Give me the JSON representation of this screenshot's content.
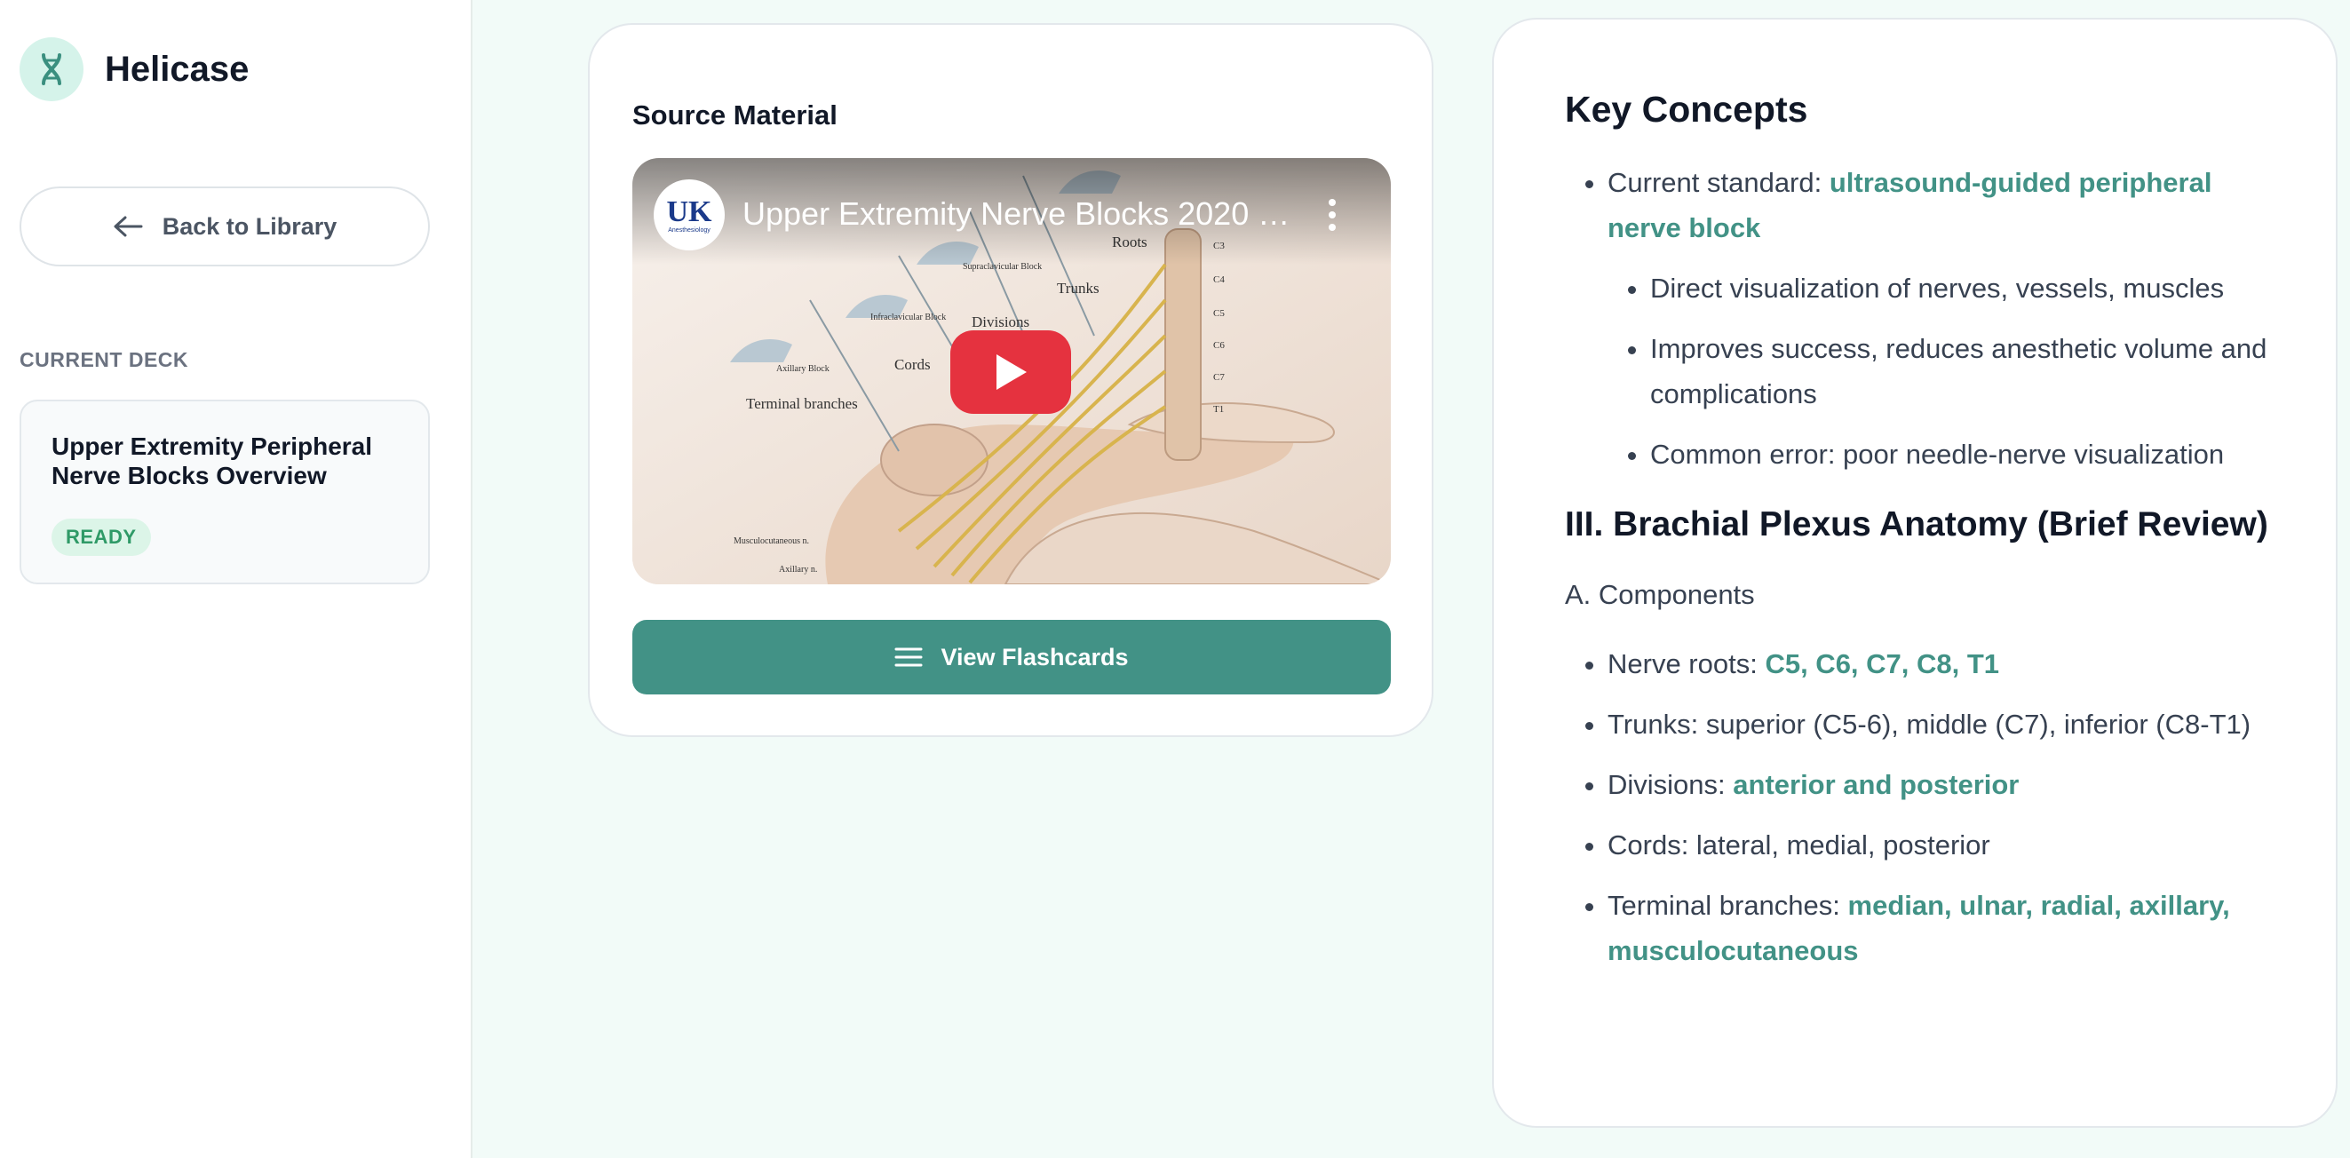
{
  "app": {
    "name": "Helicase",
    "logo_icon": "dna-icon"
  },
  "sidebar": {
    "back_label": "Back to Library",
    "section_label": "CURRENT DECK",
    "deck": {
      "title": "Upper Extremity Peripheral Nerve Blocks Overview",
      "status": "READY"
    }
  },
  "source": {
    "title": "Source Material",
    "video": {
      "title": "Upper Extremity Nerve Blocks 2020 -...",
      "channel_logo": "UK",
      "channel_sub": "Anesthesiology",
      "illustration_labels": [
        "Roots",
        "Trunks",
        "Divisions",
        "Cords",
        "Terminal branches",
        "Supraclavicular Block",
        "Infraclavicular Block",
        "Axillary Block",
        "C3",
        "C4",
        "C5",
        "C6",
        "C7",
        "T1",
        "Musculocutaneous n.",
        "Axillary n."
      ]
    },
    "view_button": "View Flashcards"
  },
  "notes": {
    "heading": "Key Concepts",
    "standard_prefix": "Current standard: ",
    "standard_value": "ultrasound-guided peripheral nerve block",
    "sub_points": [
      "Direct visualization of nerves, vessels, muscles",
      "Improves success, reduces anesthetic volume and complications",
      "Common error: poor needle-nerve visualization"
    ],
    "section_heading": "III. Brachial Plexus Anatomy (Brief Review)",
    "sub_heading": "A. Components",
    "components": [
      {
        "prefix": "Nerve roots: ",
        "value": "C5, C6, C7, C8, T1"
      },
      {
        "prefix": "Trunks: superior (C5-6), middle (C7), inferior (C8-T1)",
        "value": ""
      },
      {
        "prefix": "Divisions: ",
        "value": "anterior and posterior"
      },
      {
        "prefix": "Cords: lateral, medial, posterior",
        "value": ""
      },
      {
        "prefix": "Terminal branches: ",
        "value": "median, ulnar, radial, axillary, musculocutaneous"
      }
    ]
  },
  "colors": {
    "accent": "#429286",
    "background": "#f2fbf8",
    "play": "#e5323f",
    "ready": "#2f9a67"
  }
}
